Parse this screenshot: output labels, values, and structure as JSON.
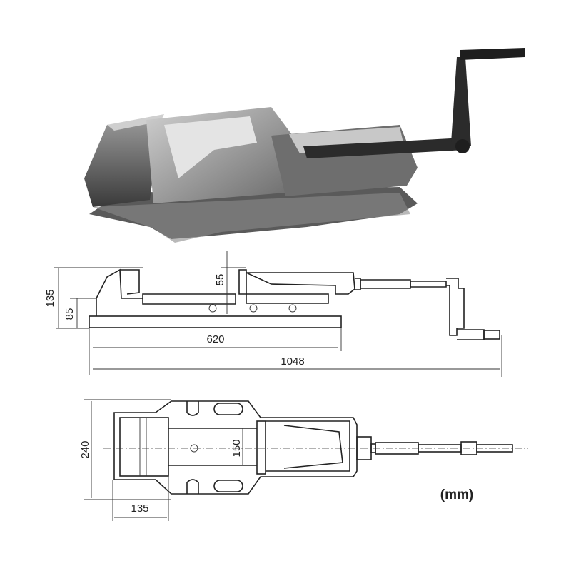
{
  "figure": {
    "unit_label": "(mm)",
    "side_view": {
      "dim_total_height": "135",
      "dim_base_height": "85",
      "dim_jaw_height": "55",
      "dim_base_length": "620",
      "dim_overall_length": "1048"
    },
    "plan_view": {
      "dim_width": "240",
      "dim_jaw_opening": "150",
      "dim_jaw_width": "135"
    },
    "colors": {
      "line": "#222222",
      "photo_dark": "#2b2b2b",
      "photo_mid": "#7a7a7a",
      "photo_light": "#bdbdbd"
    }
  }
}
